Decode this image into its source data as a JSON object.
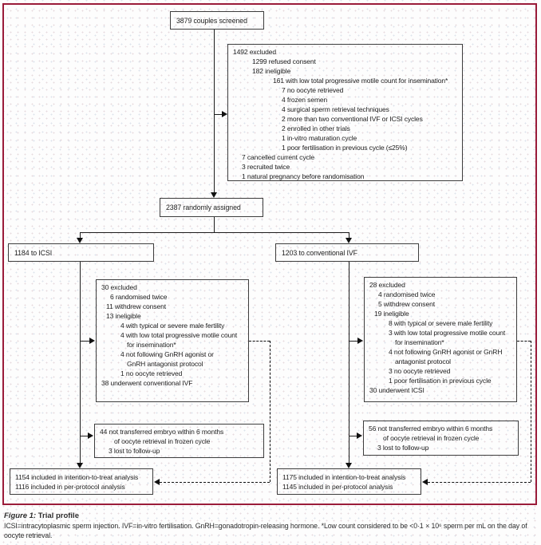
{
  "colors": {
    "frame_border": "#9a1c3a",
    "line": "#1d1d1d"
  },
  "figure": {
    "caption_label": "Figure 1:",
    "caption_title": "Trial profile",
    "caption_note": "ICSI=intracytoplasmic sperm injection. IVF=in-vitro fertilisation. GnRH=gonadotropin-releasing hormone. *Low count considered to be <0·1 × 10⁶ sperm per mL on the day of oocyte retrieval."
  },
  "flow": {
    "screened": {
      "label": "3879 couples screened"
    },
    "screening_excluded": {
      "lines": [
        {
          "t": "1492 excluded",
          "i": "i0"
        },
        {
          "t": "1299 refused consent",
          "i": "i2"
        },
        {
          "t": "182 ineligible",
          "i": "i2"
        },
        {
          "t": "161 with low total progressive motile count for insemination*",
          "i": "i3"
        },
        {
          "t": "7 no oocyte retrieved",
          "i": "i4"
        },
        {
          "t": "4 frozen semen",
          "i": "i4"
        },
        {
          "t": "4 surgical sperm retrieval techniques",
          "i": "i4"
        },
        {
          "t": "2 more than two conventional IVF or ICSI cycles",
          "i": "i4"
        },
        {
          "t": "2 enrolled in other trials",
          "i": "i4"
        },
        {
          "t": "1 in-vitro maturation cycle",
          "i": "i4"
        },
        {
          "t": "1 poor fertilisation in previous cycle (≤25%)",
          "i": "i4"
        },
        {
          "t": "7 cancelled current cycle",
          "i": "i1"
        },
        {
          "t": "3 recruited twice",
          "i": "i1"
        },
        {
          "t": "1 natural pregnancy before randomisation",
          "i": "i1"
        }
      ]
    },
    "randomised": {
      "label": "2387 randomly assigned"
    },
    "icsi_arm": {
      "label": "1184 to ICSI"
    },
    "ivf_arm": {
      "label": "1203 to conventional IVF"
    },
    "icsi_excluded": {
      "lines": [
        {
          "t": "30 excluded",
          "i": "i0"
        },
        {
          "t": "6 randomised twice",
          "i": "i1"
        },
        {
          "t": "11 withdrew consent",
          "i": "ih"
        },
        {
          "t": "13 ineligible",
          "i": "ih"
        },
        {
          "t": "4 with typical or severe male fertility",
          "i": "i2"
        },
        {
          "t": "4 with low total progressive motile count",
          "i": "i2"
        },
        {
          "t": "for insemination*",
          "i": "ic"
        },
        {
          "t": "4 not following GnRH agonist or",
          "i": "i2"
        },
        {
          "t": "GnRH antagonist protocol",
          "i": "ic"
        },
        {
          "t": "1 no oocyte retrieved",
          "i": "i2"
        },
        {
          "t": "38 underwent conventional IVF",
          "i": "i0"
        }
      ]
    },
    "ivf_excluded": {
      "lines": [
        {
          "t": "28 excluded",
          "i": "i0"
        },
        {
          "t": "4 randomised twice",
          "i": "i1"
        },
        {
          "t": "5 withdrew consent",
          "i": "i1"
        },
        {
          "t": "19 ineligible",
          "i": "ih"
        },
        {
          "t": "8 with typical or severe male fertility",
          "i": "i2"
        },
        {
          "t": "3 with low total progressive motile count",
          "i": "i2"
        },
        {
          "t": "for insemination*",
          "i": "ic"
        },
        {
          "t": "4 not following GnRH agonist or GnRH",
          "i": "i2"
        },
        {
          "t": "antagonist protocol",
          "i": "ic"
        },
        {
          "t": "3 no oocyte retrieved",
          "i": "i2"
        },
        {
          "t": "1 poor fertilisation in previous cycle",
          "i": "i2"
        },
        {
          "t": "30 underwent ICSI",
          "i": "i0"
        }
      ]
    },
    "icsi_no_transfer": {
      "lines": [
        {
          "t": "44 not transferred embryo within 6 months",
          "i": "i0"
        },
        {
          "t": "of oocyte retrieval in frozen cycle",
          "i": "iw"
        },
        {
          "t": "3 lost to follow-up",
          "i": "i1"
        }
      ]
    },
    "ivf_no_transfer": {
      "lines": [
        {
          "t": "56 not transferred embryo within 6 months",
          "i": "i0"
        },
        {
          "t": "of oocyte retrieval in frozen cycle",
          "i": "iw"
        },
        {
          "t": "3 lost to follow-up",
          "i": "i1"
        }
      ]
    },
    "icsi_analysis": {
      "lines": [
        {
          "t": "1154 included in intention-to-treat analysis",
          "i": "i0"
        },
        {
          "t": "1116 included in per-protocol analysis",
          "i": "i0"
        }
      ]
    },
    "ivf_analysis": {
      "lines": [
        {
          "t": "1175 included in intention-to-treat analysis",
          "i": "i0"
        },
        {
          "t": "1145 included in per-protocol analysis",
          "i": "i0"
        }
      ]
    }
  }
}
